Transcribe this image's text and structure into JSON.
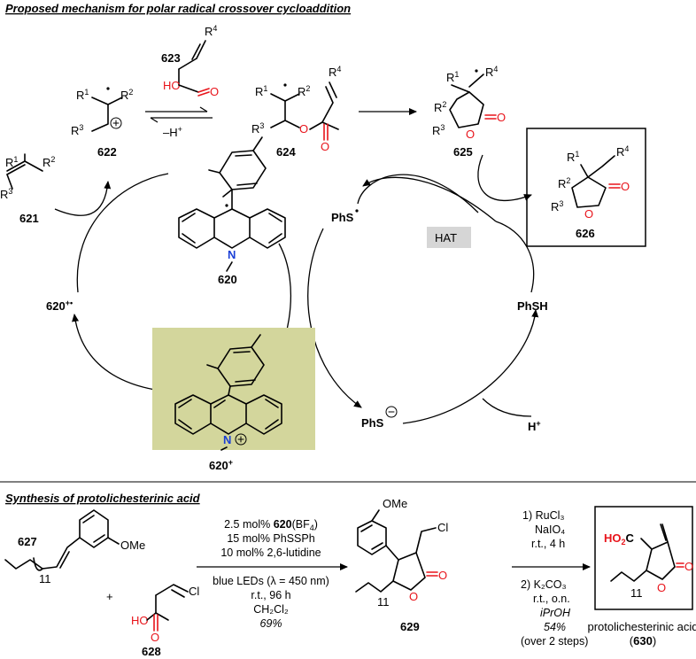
{
  "section1_title": "Proposed mechanism for polar radical crossover cycloaddition",
  "section2_title": "Synthesis of protolichesterinic acid",
  "compounds": {
    "c621": "621",
    "c622": "622",
    "c623": "623",
    "c624": "624",
    "c625": "625",
    "c626": "626",
    "c620": "620",
    "c620_radical_cation": "620",
    "c620_radical_cation_sup": "+•",
    "c620_cation": "620",
    "c620_cation_sup": "+",
    "c627": "627",
    "c628": "628",
    "c629": "629",
    "c630_name": "protolichesterinic acid",
    "c630_num": "630"
  },
  "labels": {
    "minus_h": "–H",
    "h_sup": "+",
    "hat": "HAT",
    "phs_radical": "PhS",
    "phsh": "PhSH",
    "phs_anion": "PhS",
    "h_plus": "H",
    "ome": "OMe",
    "cl": "Cl",
    "ho": "HO",
    "o": "O",
    "n": "N",
    "plus": "+"
  },
  "conditions1": {
    "line1_pre": "2.5 mol% ",
    "line1_bold": "620",
    "line1_post": "(BF",
    "line1_sub": "4",
    "line1_end": ")",
    "line2": "15 mol% PhSSPh",
    "line3": "10 mol% 2,6-lutidine",
    "line4": "blue LEDs (λ = 450 nm)",
    "line5": "r.t., 96 h",
    "line6": "CH₂Cl₂",
    "line7": "69%"
  },
  "conditions2": {
    "line1": "1)  RuCl₃",
    "line2": "NaIO₄",
    "line3": "r.t., 4 h",
    "line4": "2) K₂CO₃",
    "line5": "r.t., o.n.",
    "line6": "iPrOH",
    "line7": "54%",
    "line8": "(over 2 steps)"
  },
  "colors": {
    "heteroatom_O": "#e8141b",
    "heteroatom_N": "#1a3fd6",
    "acridinium_box": "#d3d69c",
    "hat_box": "#d6d6d6"
  }
}
